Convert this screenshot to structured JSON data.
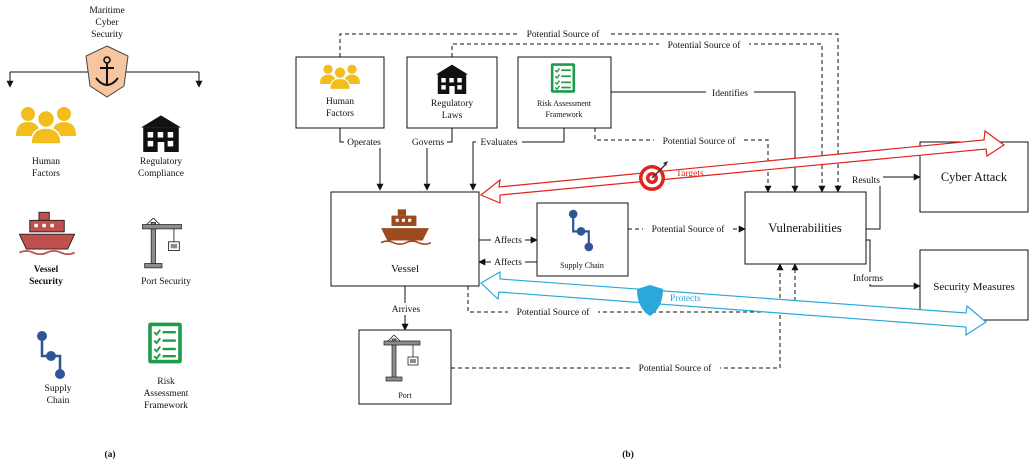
{
  "panel_a": {
    "caption": "(a)",
    "root": "Maritime Cyber Security",
    "root_lines": [
      "Maritime",
      "Cyber",
      "Security"
    ],
    "items": {
      "human_factors": [
        "Human",
        "Factors"
      ],
      "regulatory_compliance": [
        "Regulatory",
        "Compliance"
      ],
      "vessel_security": [
        "Vessel",
        "Security"
      ],
      "port_security": [
        "Port Security"
      ],
      "supply_chain": [
        "Supply",
        "Chain"
      ],
      "risk_assessment": [
        "Risk",
        "Assessment",
        "Framework"
      ]
    }
  },
  "panel_b": {
    "caption": "(b)",
    "nodes": {
      "human_factors": [
        "Human",
        "Factors"
      ],
      "regulatory_laws": [
        "Regulatory",
        "Laws"
      ],
      "risk_framework": [
        "Risk Assessment",
        "Framework"
      ],
      "vessel": "Vessel",
      "supply_chain": "Supply Chain",
      "vulnerabilities": "Vulnerabilities",
      "cyber_attack": "Cyber Attack",
      "security_measures": "Security Measures",
      "port": "Port"
    },
    "edges": {
      "potential_source_top": "Potential Source of",
      "potential_source_second": "Potential Source of",
      "identifies": "Identifies",
      "potential_source_risk": "Potential Source of",
      "operates": "Operates",
      "governs": "Governs",
      "evaluates": "Evaluates",
      "targets": "Targets",
      "results": "Results",
      "affects_top": "Affects",
      "affects_bottom": "Affects",
      "potential_source_supply": "Potential Source of",
      "informs": "Informs",
      "protects": "Protects",
      "potential_source_vessel": "Potential Source of",
      "arrives": "Arrives",
      "potential_source_port": "Potential Source of"
    }
  },
  "colors": {
    "attack_red": "#e0241b",
    "protect_blue": "#2aa8dc",
    "people_yellow": "#f2bd1d",
    "ship_brown": "#9c4a1e",
    "ship_red": "#c0504d",
    "chain_blue": "#2f5597",
    "checklist_green": "#1e9c4a",
    "badge_peach": "#f7c59f",
    "port_gray": "#8c8c8c"
  },
  "icons": [
    "anchor-icon",
    "people-icon",
    "building-icon",
    "ship-icon",
    "crane-icon",
    "chain-icon",
    "checklist-icon",
    "target-icon",
    "shield-icon"
  ]
}
